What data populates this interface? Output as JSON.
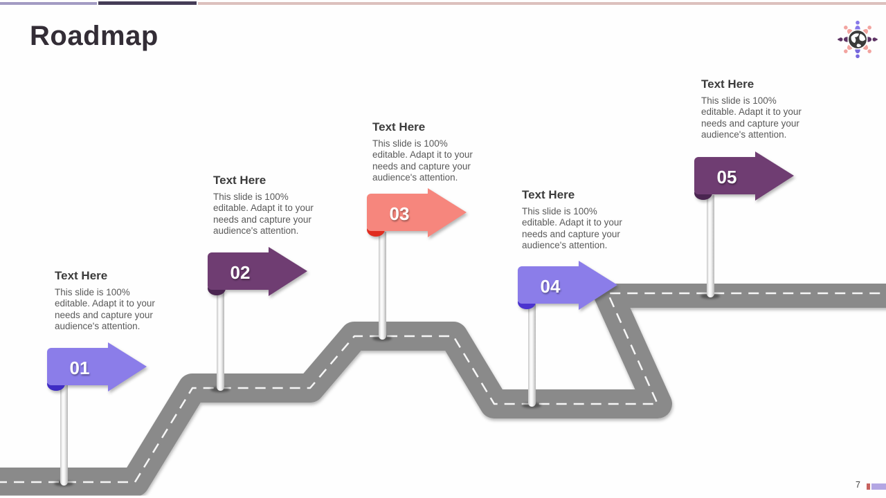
{
  "slide": {
    "title": "Roadmap",
    "page_number": "7"
  },
  "palette": {
    "road": "#8a8a8a",
    "road_dash": "#ffffff",
    "topbar_left": "#a29bc3",
    "topbar_mid": "#453d57",
    "topbar_right": "#dcc0bd",
    "footer_pink": "#c7625f",
    "footer_lavender": "#b3a6e3"
  },
  "logo": {
    "icon": "globe-people-icon"
  },
  "milestones": [
    {
      "number": "01",
      "heading": "Text Here",
      "body": "This slide is 100% editable. Adapt it to your needs and capture your audience's attention.",
      "sign_color": "#8b7de9",
      "fold_color": "#3f2cc4"
    },
    {
      "number": "02",
      "heading": "Text Here",
      "body": "This slide is 100% editable. Adapt it to your needs and capture your audience's attention.",
      "sign_color": "#6f3d72",
      "fold_color": "#4a2550"
    },
    {
      "number": "03",
      "heading": "Text Here",
      "body": "This slide is 100% editable. Adapt it to your needs and capture your audience's attention.",
      "sign_color": "#f6867d",
      "fold_color": "#e02d20"
    },
    {
      "number": "04",
      "heading": "Text Here",
      "body": "This slide is 100% editable. Adapt it to your needs and capture your audience's attention.",
      "sign_color": "#8b7de9",
      "fold_color": "#4b33cf"
    },
    {
      "number": "05",
      "heading": "Text Here",
      "body": "This slide is 100% editable. Adapt it to your needs and capture your audience's attention.",
      "sign_color": "#6f3d72",
      "fold_color": "#4a2550"
    }
  ]
}
